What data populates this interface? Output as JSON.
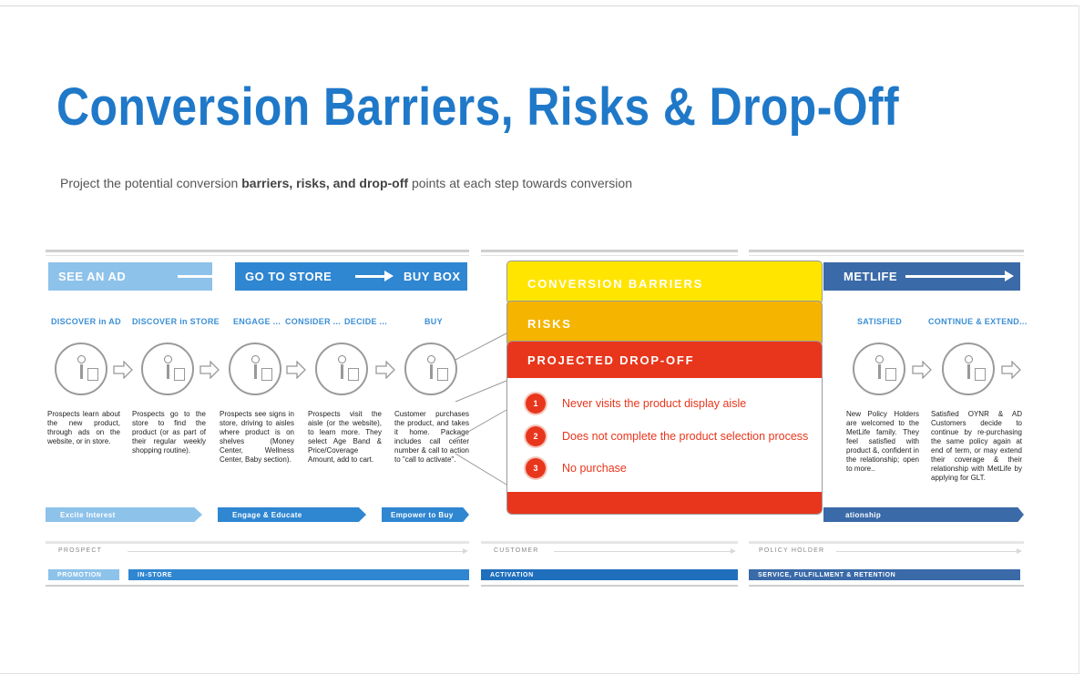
{
  "title": "Conversion Barriers, Risks & Drop-Off",
  "subtitle": {
    "pre": "Project the potential conversion ",
    "bold": "barriers, risks, and drop-off",
    "post": " points at each step towards conversion"
  },
  "stages": [
    {
      "label": "SEE AN AD",
      "color": "#8dc2ea"
    },
    {
      "label": "GO TO STORE",
      "color": "#2f86d1"
    },
    {
      "label": "BUY BOX",
      "color": "#2f86d1"
    },
    {
      "label": "METLIFE",
      "color": "#3a6aa8"
    }
  ],
  "steps": [
    {
      "label": "DISCOVER in AD",
      "desc": "Prospects learn about the new product, through ads on the website, or in store."
    },
    {
      "label": "DISCOVER in STORE",
      "desc": "Prospects go to the store to find the product (or as part of their regular weekly shopping routine)."
    },
    {
      "label": "ENGAGE ...",
      "desc": "Prospects see signs in store, driving to aisles where product is on shelves (Money Center, Wellness Center, Baby section)."
    },
    {
      "label": "CONSIDER ...",
      "desc": "Prospects visit the aisle (or the website), to learn more. They select Age Band & Price/Coverage Amount, add to cart."
    },
    {
      "label": "DECIDE ...",
      "desc": ""
    },
    {
      "label": "BUY",
      "desc": "Customer purchases the product, and takes it home. Package includes call center number & call to action to \"call to activate\"."
    },
    {
      "label": "SATISFIED",
      "desc": "New Policy Holders are welcomed to the MetLife family. They feel satisfied with product &, confident in the relationship; open to more.."
    },
    {
      "label": "CONTINUE & EXTEND...",
      "desc": "Satisfied OYNR & AD Customers decide to continue by re-purchasing the same policy again at end of term, or may extend their coverage & their relationship with MetLife by applying for GLT."
    }
  ],
  "bands": [
    {
      "label": "Excite Interest",
      "color": "#8dc2ea"
    },
    {
      "label": "Engage & Educate",
      "color": "#2f86d1"
    },
    {
      "label": "Empower to Buy",
      "color": "#2f86d1"
    },
    {
      "label": "ationship",
      "color": "#3a6aa8"
    }
  ],
  "segments": [
    {
      "label": "PROSPECT"
    },
    {
      "label": "CUSTOMER"
    },
    {
      "label": "POLICY HOLDER"
    }
  ],
  "bars": [
    {
      "label": "PROMOTION",
      "color": "#8dc2ea"
    },
    {
      "label": "IN-STORE",
      "color": "#2f86d1"
    },
    {
      "label": "ACTIVATION",
      "color": "#1f6fbd"
    },
    {
      "label": "SERVICE, FULFILLMENT & RETENTION",
      "color": "#3a6aa8"
    }
  ],
  "panel": {
    "barriers_label": "CONVERSION BARRIERS",
    "risks_label": "RISKS",
    "dropoff_label": "PROJECTED DROP-OFF",
    "items": [
      {
        "num": "1",
        "text": "Never visits the product display aisle"
      },
      {
        "num": "2",
        "text": "Does not complete the product selection process"
      },
      {
        "num": "3",
        "text": "No purchase"
      }
    ]
  }
}
